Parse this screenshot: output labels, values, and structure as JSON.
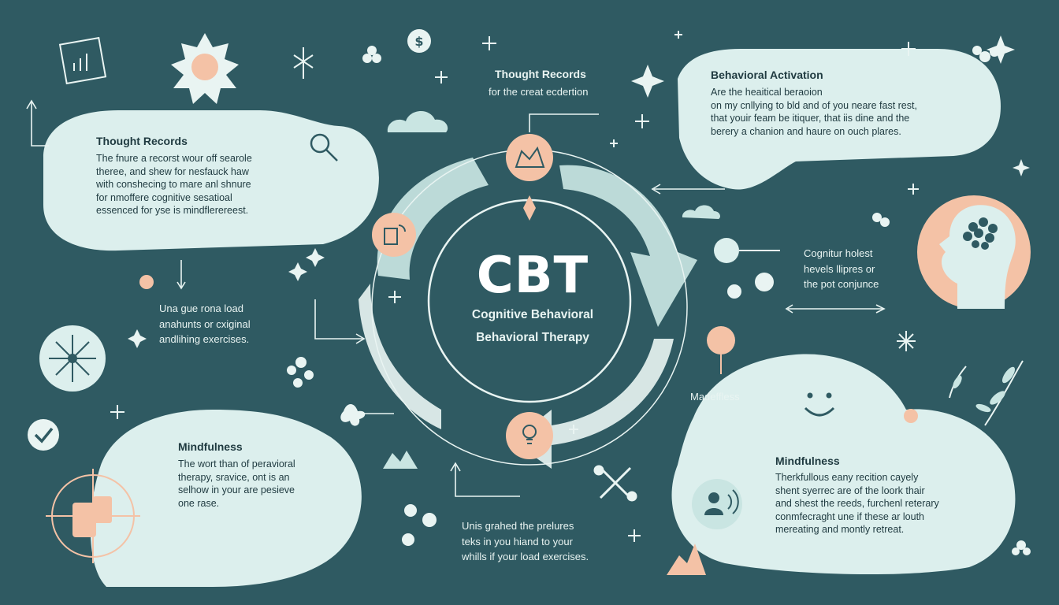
{
  "center": {
    "title": "CBT",
    "subtitle_1": "Cognitive Behavioral",
    "subtitle_2": "Behavioral Therapy"
  },
  "top_center": {
    "title": "Thought Records",
    "text": "for the creat ecdertion"
  },
  "thought_records": {
    "title": "Thought Records",
    "lines": [
      "The fnure a recorst wour off searole",
      "theree, and shew for nesfauck haw",
      "with conshecing to mare anl shnure",
      "for nmoffere cognitive sesatioal",
      "essenced for yse is mindflerereest."
    ]
  },
  "behavioral_activation": {
    "title": "Behavioral Activation",
    "lines": [
      "Are the heaitical beraoion",
      "on my cnllying to bld and of you neare fast rest,",
      "that youir feam be itiquer, that iis dine and the",
      "berery a chanion and haure on ouch plares."
    ]
  },
  "mindfulness_left": {
    "title": "Mindfulness",
    "lines": [
      "The wort than of peravioral",
      "therapy, sravice, ont is an",
      "selhow in your are pesieve",
      "one rase."
    ]
  },
  "mindfulness_right": {
    "title": "Mindfulness",
    "lines": [
      "Therkfullous eany recition cayely",
      "shent syerrec are of the loork thair",
      "and shest the reeds, furchenl reterary",
      "conmfecraght une if these ar louth",
      "mereating and montly retreat."
    ]
  },
  "left_note": {
    "lines": [
      "Una gue rona load",
      "anahunts or cxiginal",
      "andlihing exercises."
    ]
  },
  "bottom_note": {
    "lines": [
      "Unis grahed the prelures",
      "teks in you hiand to your",
      "whills if your load exercises."
    ]
  },
  "right_note": {
    "lines": [
      "Cognitur holest",
      "hevels llipres or",
      "the pot conjunce"
    ]
  },
  "madefiless_label": "Madeffless",
  "dollar_symbol": "$",
  "colors": {
    "background": "#2f5a62",
    "bubble": "#dcefed",
    "peach": "#f4c2a6",
    "teal_dark": "#2f5a62",
    "light": "#e9f4f2"
  }
}
